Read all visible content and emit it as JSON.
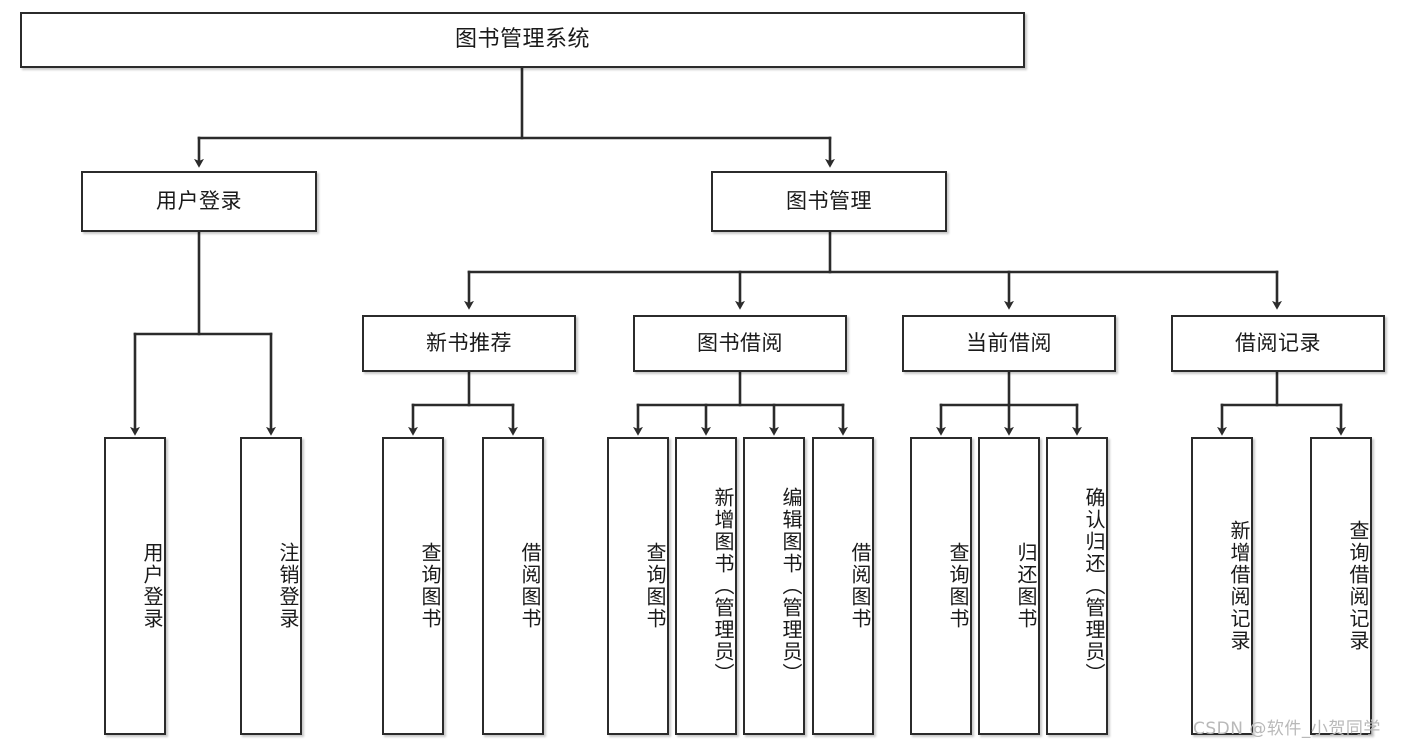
{
  "diagram": {
    "title": "图书管理系统",
    "type": "tree-hierarchy-chart",
    "background_color": "#ffffff",
    "stroke_color": "#2b2b2b",
    "text_color": "#1a1a1a"
  },
  "nodes": {
    "root": {
      "label": "图书管理系统",
      "level": 0
    },
    "level1": [
      {
        "id": "user-login",
        "label": "用户登录",
        "level": 1
      },
      {
        "id": "book-management",
        "label": "图书管理",
        "level": 1
      }
    ],
    "level2": [
      {
        "id": "new-book-recommend",
        "label": "新书推荐",
        "level": 2,
        "parent": "book-management"
      },
      {
        "id": "book-borrow",
        "label": "图书借阅",
        "level": 2,
        "parent": "book-management"
      },
      {
        "id": "current-borrow",
        "label": "当前借阅",
        "level": 2,
        "parent": "book-management"
      },
      {
        "id": "borrow-record",
        "label": "借阅记录",
        "level": 2,
        "parent": "book-management"
      }
    ],
    "leaves": [
      {
        "id": "leaf-user-login",
        "label": "用户登录",
        "parent": "user-login"
      },
      {
        "id": "leaf-user-logout",
        "label": "注销登录",
        "parent": "user-login"
      },
      {
        "id": "leaf-query-book-1",
        "label": "查询图书",
        "parent": "new-book-recommend"
      },
      {
        "id": "leaf-borrow-book-1",
        "label": "借阅图书",
        "parent": "new-book-recommend"
      },
      {
        "id": "leaf-query-book-2",
        "label": "查询图书",
        "parent": "book-borrow"
      },
      {
        "id": "leaf-add-book",
        "label": "新增图书（管理员）",
        "parent": "book-borrow"
      },
      {
        "id": "leaf-edit-book",
        "label": "编辑图书（管理员）",
        "parent": "book-borrow"
      },
      {
        "id": "leaf-borrow-book-2",
        "label": "借阅图书",
        "parent": "book-borrow"
      },
      {
        "id": "leaf-query-book-3",
        "label": "查询图书",
        "parent": "current-borrow"
      },
      {
        "id": "leaf-return-book",
        "label": "归还图书",
        "parent": "current-borrow"
      },
      {
        "id": "leaf-confirm-return",
        "label": "确认归还（管理员）",
        "parent": "current-borrow"
      },
      {
        "id": "leaf-add-record",
        "label": "新增借阅记录",
        "parent": "borrow-record"
      },
      {
        "id": "leaf-query-record",
        "label": "查询借阅记录",
        "parent": "borrow-record"
      }
    ]
  },
  "watermark": {
    "text": "CSDN @软件_小贺同学"
  }
}
